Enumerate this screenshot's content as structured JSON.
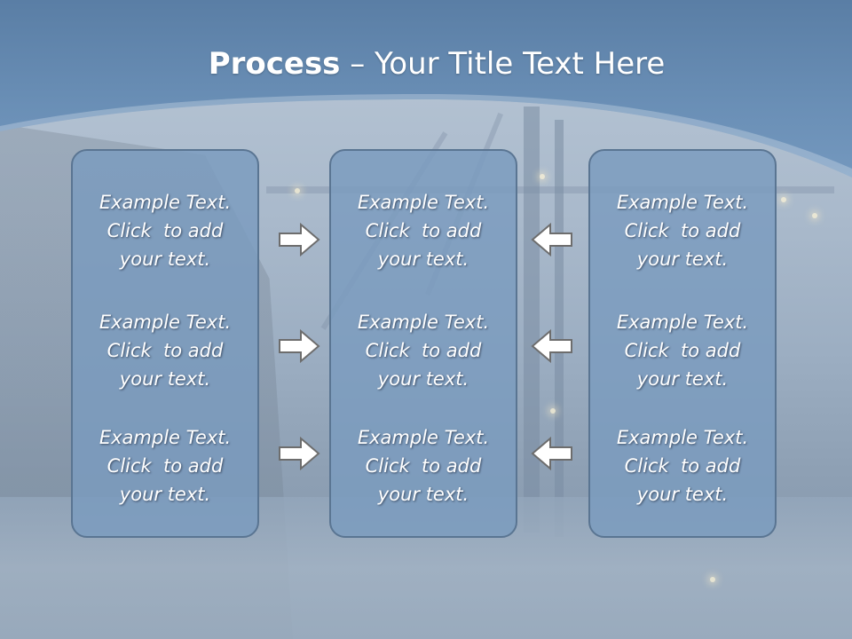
{
  "title": {
    "bold": "Process",
    "rest": " – Your Title Text Here"
  },
  "columns": [
    {
      "items": [
        "Example Text.\nClick  to add\nyour text.",
        "Example Text.\nClick  to add\nyour text.",
        "Example Text.\nClick  to add\nyour text."
      ]
    },
    {
      "items": [
        "Example Text.\nClick  to add\nyour text.",
        "Example Text.\nClick  to add\nyour text.",
        "Example Text.\nClick  to add\nyour text."
      ]
    },
    {
      "items": [
        "Example Text.\nClick  to add\nyour text.",
        "Example Text.\nClick  to add\nyour text.",
        "Example Text.\nClick  to add\nyour text."
      ]
    }
  ],
  "arrows": {
    "left_group": "right-arrow-icon",
    "right_group": "left-arrow-icon"
  },
  "colors": {
    "header": "#6a8fb6",
    "panel": "#7a9bbe",
    "panel_border": "#5a7592",
    "text": "#ffffff"
  }
}
